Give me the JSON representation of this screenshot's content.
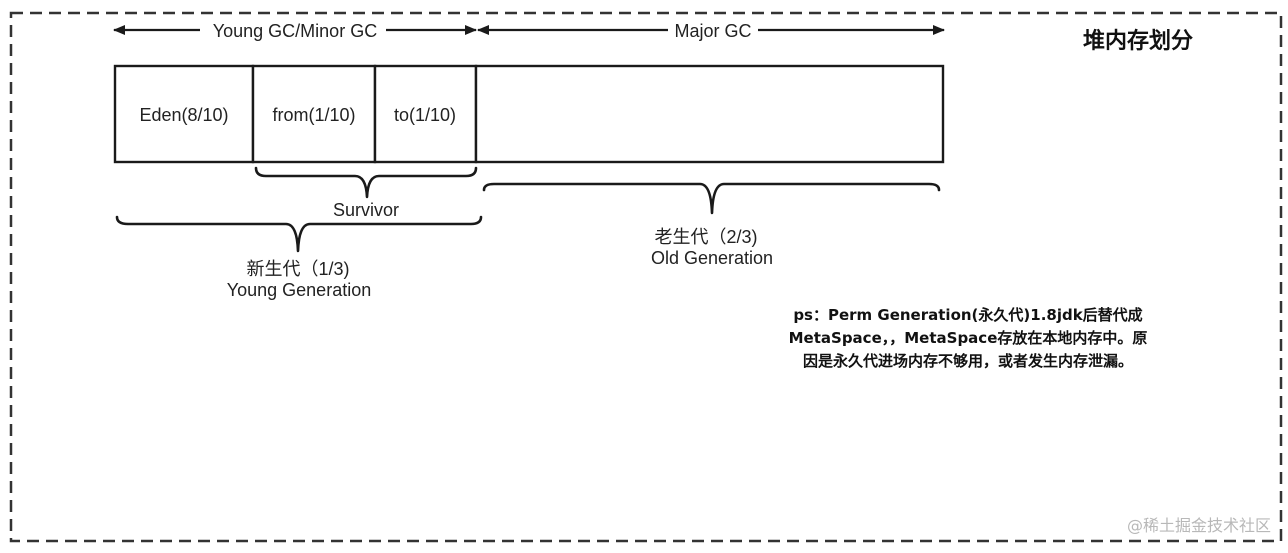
{
  "title": "堆内存划分",
  "arrows": {
    "young_gc": "Young GC/Minor GC",
    "major_gc": "Major GC"
  },
  "boxes": {
    "eden": "Eden(8/10)",
    "from": "from(1/10)",
    "to": "to(1/10)"
  },
  "groups": {
    "survivor": "Survivor",
    "young_cn": "新生代（1/3)",
    "young_en": "Young Generation",
    "old_cn": "老生代（2/3)",
    "old_en": "Old Generation"
  },
  "note": {
    "line1": "ps：Perm Generation(永久代)1.8jdk后替代成",
    "line2": "MetaSpace，，MetaSpace存放在本地内存中。原",
    "line3": "因是永久代进场内存不够用，或者发生内存泄漏。"
  },
  "watermark": "@稀土掘金技术社区"
}
